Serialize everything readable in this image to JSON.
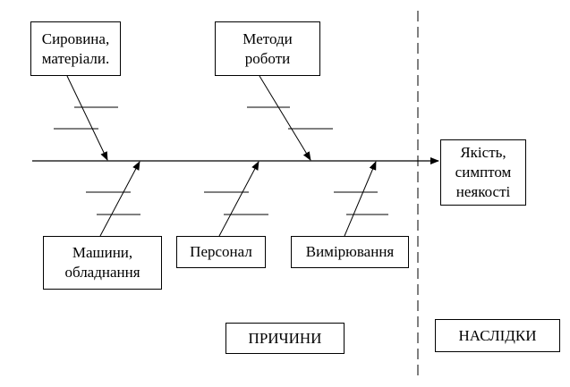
{
  "causes": {
    "materials": "Сировина,\nматеріали.",
    "methods": "Методи\nроботи",
    "machines": "Машини,\nобладнання",
    "personnel": "Персонал",
    "measurement": "Вимірювання"
  },
  "effect": "Якість,\nсимптом\nнеякості",
  "section_labels": {
    "causes": "ПРИЧИНИ",
    "effects": "НАСЛІДКИ"
  }
}
